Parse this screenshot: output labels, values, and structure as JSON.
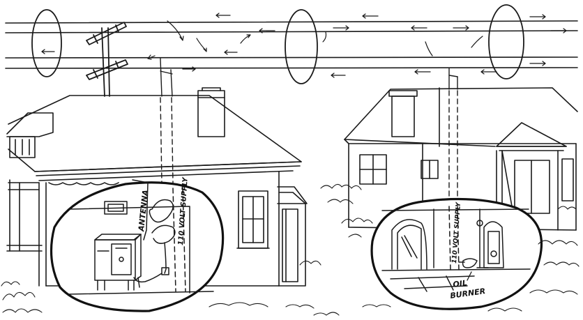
{
  "labels": {
    "antenna": "ANTENNA",
    "supply_left": "110 VOLT SUPPLY",
    "supply_right": "110 VOLT SUPPLY",
    "oil": "OIL",
    "burner": "BURNER"
  },
  "colors": {
    "ink": "#1a1a1a",
    "paper": "#ffffff"
  }
}
